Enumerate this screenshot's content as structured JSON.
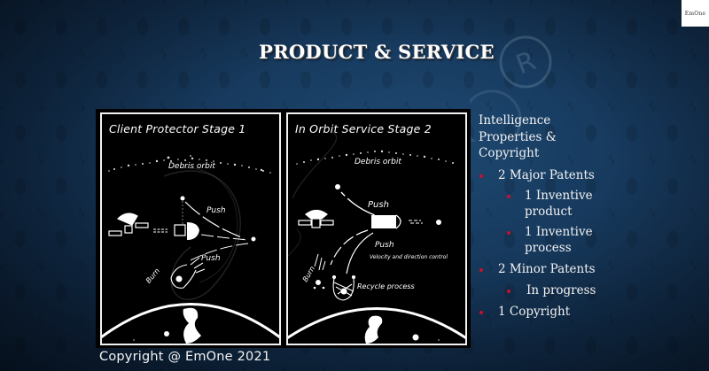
{
  "slide": {
    "title": "PRODUCT & SERVICE",
    "logo_text": "EmOne",
    "background_color": "#173a5e",
    "accent_bullet_color": "#c8102e",
    "watermark_icon": "registered-trademark-icon"
  },
  "figure": {
    "panels": [
      {
        "title": "Client Protector  Stage 1",
        "labels": {
          "debris": "Debris orbit",
          "push_top": "Push",
          "push_bottom": "Push",
          "burn": "Burn"
        }
      },
      {
        "title": "In Orbit Service  Stage 2",
        "labels": {
          "debris": "Debris orbit",
          "push_top": "Push",
          "push_bottom": "Push",
          "velocity": "Velocity and direction control",
          "burn": "Burn",
          "recycle": "Recycle process"
        }
      }
    ]
  },
  "bullets": {
    "heading_lines": [
      "Intelligence",
      "Properties &",
      "Copyright"
    ],
    "items": [
      {
        "level": 1,
        "lines": [
          "2 Major Patents"
        ]
      },
      {
        "level": 2,
        "lines": [
          "1 Inventive",
          "product"
        ]
      },
      {
        "level": 2,
        "lines": [
          "1 Inventive",
          "process"
        ]
      },
      {
        "level": 1,
        "lines": [
          "2 Minor Patents"
        ]
      },
      {
        "level": 2,
        "lines": [
          "In progress"
        ]
      },
      {
        "level": 1,
        "lines": [
          "1 Copyright"
        ]
      }
    ]
  },
  "footer": {
    "copyright": "Copyright @ EmOne 2021"
  }
}
